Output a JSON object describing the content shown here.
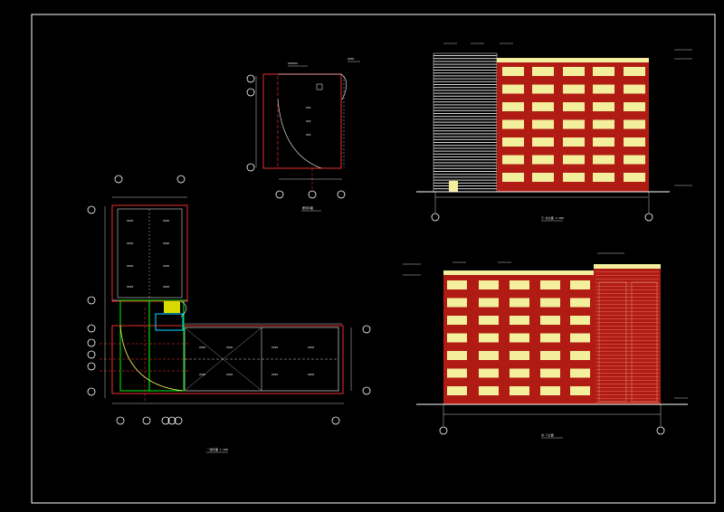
{
  "drawing": {
    "background_color": "#000000",
    "frame_color": "#ffffff",
    "colors": {
      "brick": "#b01c14",
      "window": "#f3ef9c",
      "wall_outline": "#ff3333",
      "room_green": "#00dd00",
      "room_cyan": "#00ccff",
      "stair_yellow": "#ffff00",
      "dim_line": "#ffffff",
      "label_yellow": "#ffff66"
    },
    "views": {
      "l_plan": {
        "caption": "一层平面 1:100"
      },
      "small_plan": {
        "caption": "屋顶平面"
      },
      "front_elevation": {
        "caption": "①-⑬立面 1:100"
      },
      "rear_elevation": {
        "caption": "⑬-①立面"
      }
    }
  }
}
